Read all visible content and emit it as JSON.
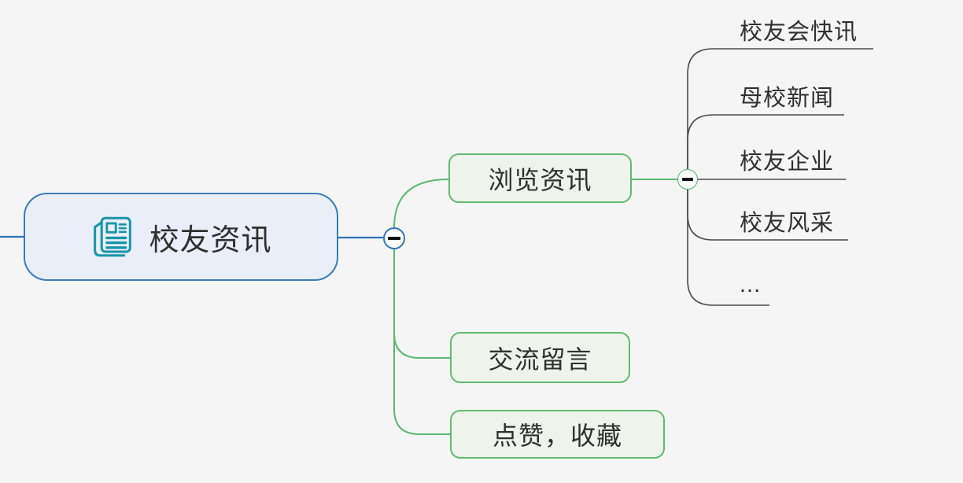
{
  "mindmap": {
    "root": {
      "label": "校友资讯",
      "icon": "newspaper-icon"
    },
    "main_topics": [
      {
        "label": "浏览资讯",
        "children": [
          {
            "label": "校友会快讯"
          },
          {
            "label": "母校新闻"
          },
          {
            "label": "校友企业"
          },
          {
            "label": "校友风采"
          },
          {
            "label": "..."
          }
        ]
      },
      {
        "label": "交流留言",
        "children": []
      },
      {
        "label": "点赞，收藏",
        "children": []
      }
    ],
    "collapse_buttons": [
      {
        "attached_to": "校友资讯",
        "symbol": "−",
        "state": "expanded"
      },
      {
        "attached_to": "浏览资讯",
        "symbol": "−",
        "state": "expanded"
      }
    ],
    "colors": {
      "background": "#f5f5f6",
      "root_fill": "#eaeef8",
      "root_border": "#3a7bbf",
      "branch_fill": "#eef4ec",
      "branch_border": "#62ba6e",
      "blue_connector": "#2e74b5",
      "green_connector": "#5cb871",
      "leaf_connector": "#4a4a4a",
      "icon_teal": "#1795a6",
      "text": "#2f2f2f"
    }
  }
}
